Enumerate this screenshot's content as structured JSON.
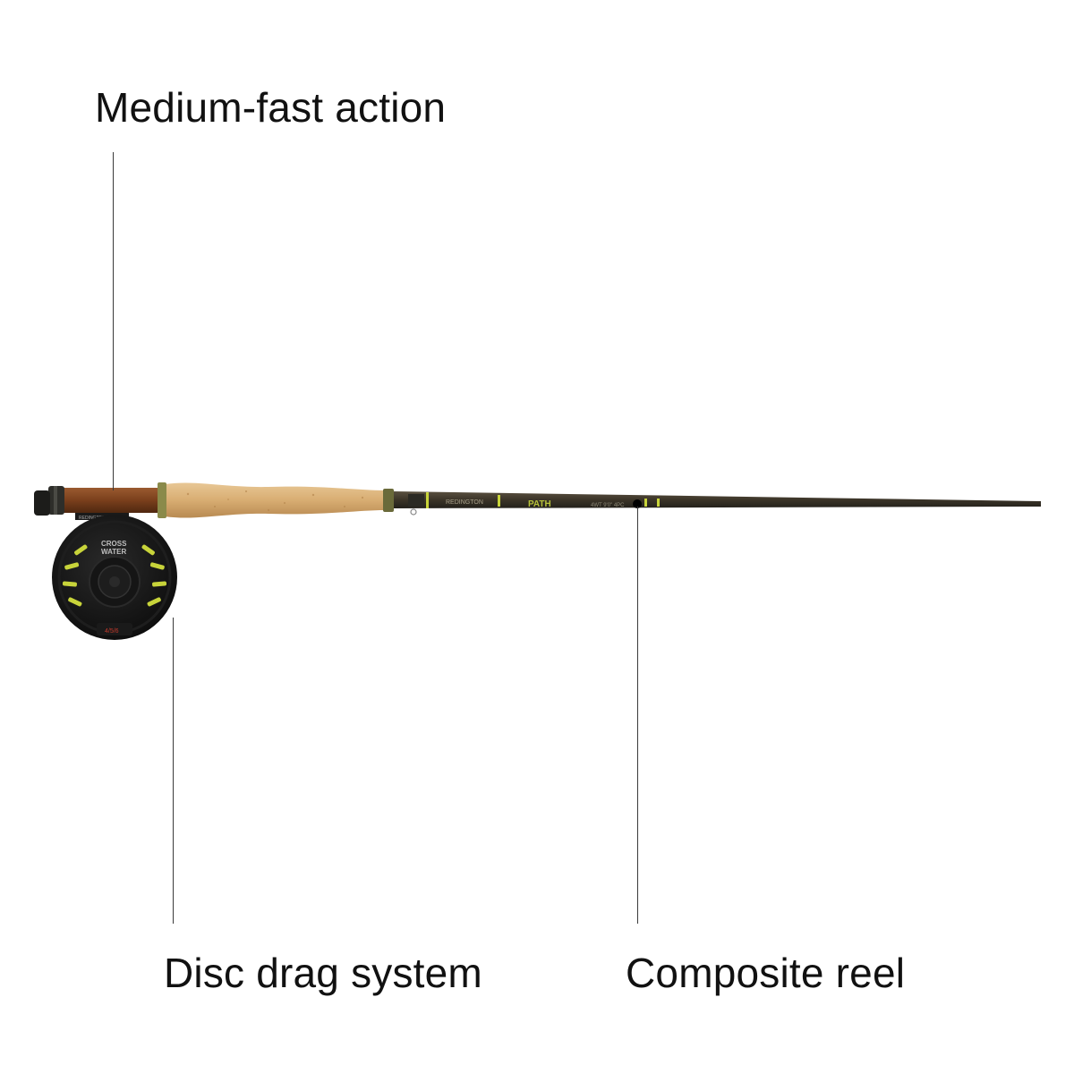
{
  "callouts": {
    "top_left": "Medium-fast action",
    "bottom_left": "Disc drag system",
    "bottom_right": "Composite reel"
  },
  "product_marks": {
    "reel_brand": "REDINGTON",
    "reel_model_line1": "CROSS",
    "reel_model_line2": "WATER",
    "reel_size": "4/5/6",
    "rod_brand": "REDINGTON",
    "rod_model": "PATH"
  },
  "colors": {
    "background": "#ffffff",
    "text": "#111111",
    "leader": "#3a3a3a",
    "cork": "#d9b27a",
    "blank": "#3b3428",
    "reel_body": "#111111",
    "fly_line": "#c8d43a",
    "accent_red": "#c0392b"
  }
}
